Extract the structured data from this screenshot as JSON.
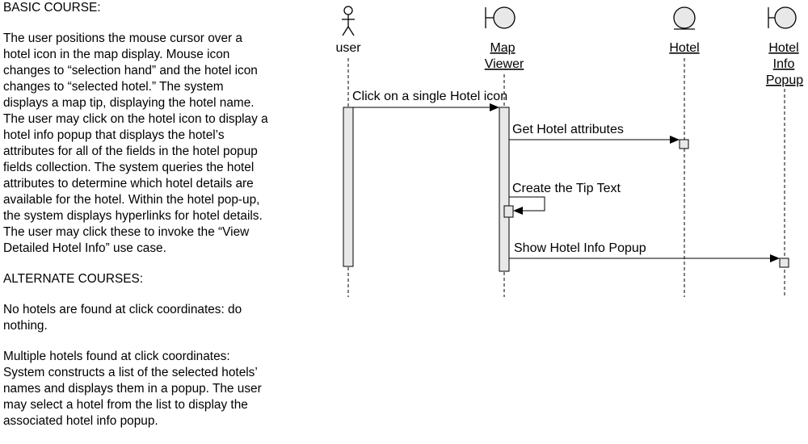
{
  "usecase": {
    "basic_title": "BASIC COURSE:",
    "basic_text": "The user positions the mouse cursor over a\nhotel icon in the map display. Mouse icon\nchanges to “selection hand” and the hotel icon\nchanges to “selected hotel.” The system\ndisplays a map tip, displaying the hotel name.\nThe user may click on the hotel icon to display a\nhotel info popup that displays the hotel’s\nattributes for all of the fields in the hotel popup\nfields collection. The system queries the hotel\nattributes to determine which hotel details are\navailable for the hotel. Within the hotel pop-up,\nthe system displays hyperlinks for hotel details.\nThe user may click these to invoke the “View\nDetailed Hotel Info” use case.",
    "alt_title": "ALTERNATE COURSES:",
    "alt_1": "No hotels are found at click coordinates: do\nnothing.",
    "alt_2": "Multiple hotels found at click coordinates:\nSystem constructs a list of the selected hotels’\nnames and displays them in a popup. The user\nmay select a hotel from the list to display the\nassociated hotel info popup."
  },
  "diagram": {
    "lifelines": {
      "user": "user",
      "map_viewer_1": "Map",
      "map_viewer_2": "Viewer",
      "hotel": "Hotel",
      "popup_1": "Hotel",
      "popup_2": "Info",
      "popup_3": "Popup"
    },
    "messages": {
      "m1": "Click on a single Hotel icon",
      "m2": "Get Hotel attributes",
      "m3": "Create the Tip Text",
      "m4": "Show Hotel Info Popup"
    }
  }
}
